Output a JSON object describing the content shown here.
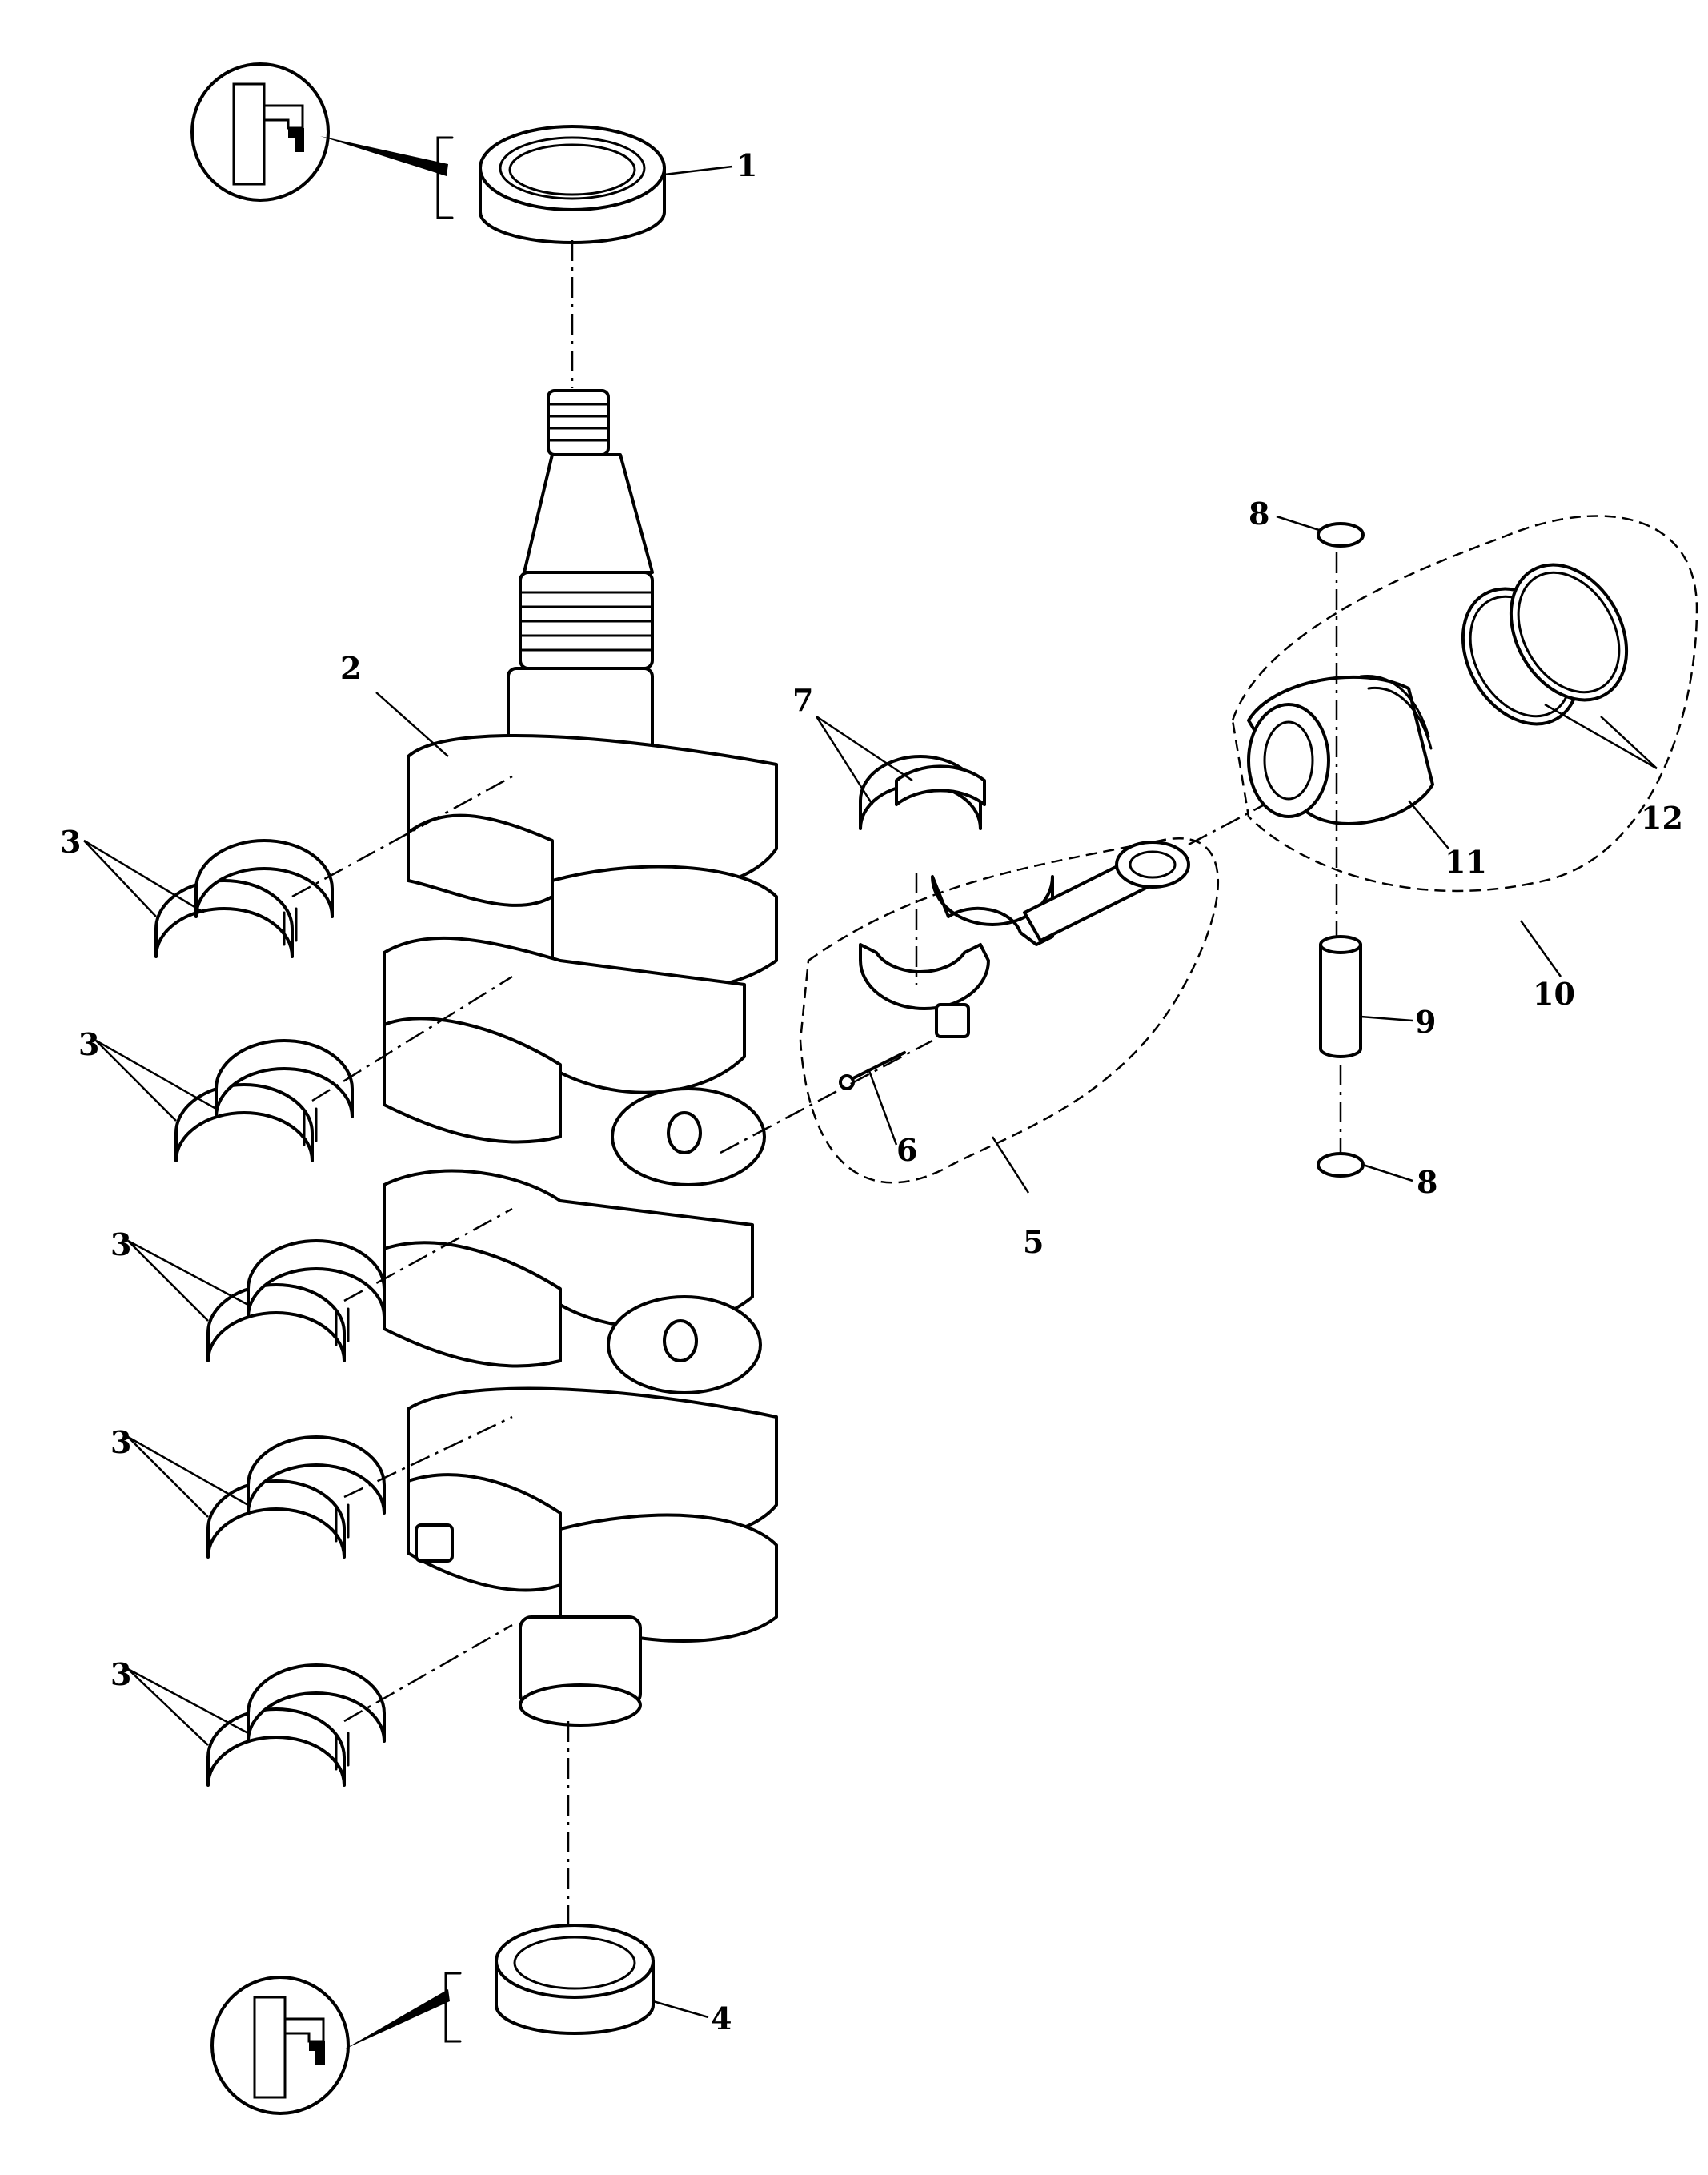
{
  "callouts": [
    {
      "id": "1",
      "text": "1"
    },
    {
      "id": "2",
      "text": "2"
    },
    {
      "id": "3a",
      "text": "3"
    },
    {
      "id": "3b",
      "text": "3"
    },
    {
      "id": "3c",
      "text": "3"
    },
    {
      "id": "3d",
      "text": "3"
    },
    {
      "id": "3e",
      "text": "3"
    },
    {
      "id": "4",
      "text": "4"
    },
    {
      "id": "5",
      "text": "5"
    },
    {
      "id": "6",
      "text": "6"
    },
    {
      "id": "7",
      "text": "7"
    },
    {
      "id": "8a",
      "text": "8"
    },
    {
      "id": "8b",
      "text": "8"
    },
    {
      "id": "9",
      "text": "9"
    },
    {
      "id": "10",
      "text": "10"
    },
    {
      "id": "11",
      "text": "11"
    },
    {
      "id": "12",
      "text": "12"
    }
  ],
  "colors": {
    "line": "#000000",
    "background": "#ffffff"
  }
}
